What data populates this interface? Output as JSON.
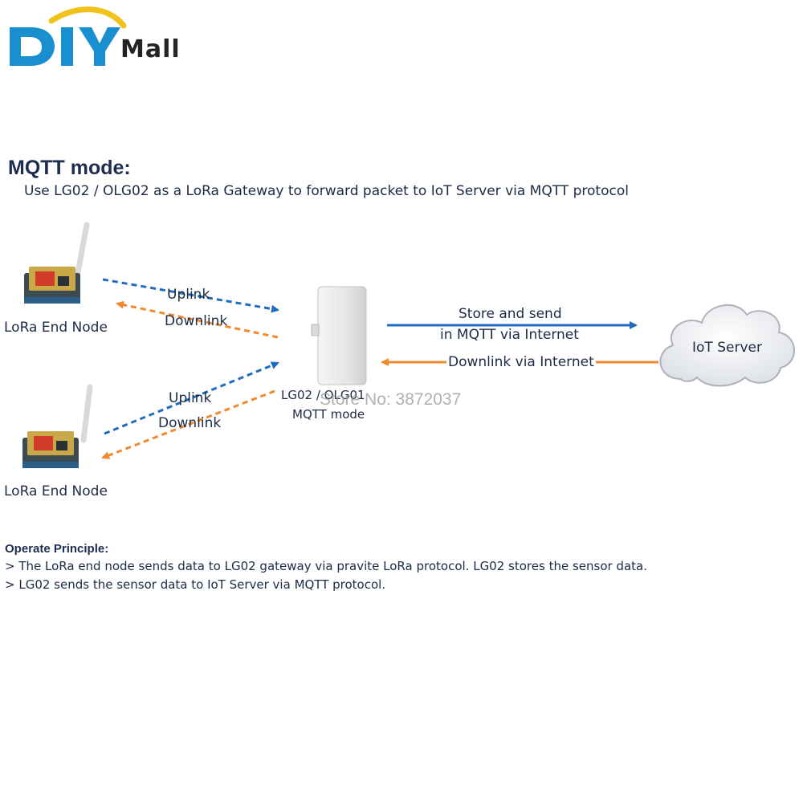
{
  "logo": {
    "brand": "DIY",
    "suffix": "Mall",
    "colors": {
      "blue": "#1a8fd0",
      "yellow": "#f2c21b",
      "dark": "#232323"
    }
  },
  "heading": "MQTT mode:",
  "subtitle": "Use LG02 / OLG02 as a LoRa Gateway to forward packet to IoT Server via MQTT protocol",
  "diagram": {
    "end_node_1": {
      "label": "LoRa End Node",
      "icon": "lora-board-icon"
    },
    "end_node_2": {
      "label": "LoRa End Node",
      "icon": "lora-board-icon"
    },
    "link_1": {
      "uplink": "Uplink",
      "downlink": "Downlink"
    },
    "link_2": {
      "uplink": "Uplink",
      "downlink": "Downlink"
    },
    "gateway": {
      "name": "LG02 / OLG01",
      "mode": "MQTT mode",
      "icon": "gateway-device-icon"
    },
    "store_send_line1": "Store and send",
    "store_send_line2": "in MQTT via Internet",
    "downlink_internet": "Downlink via Internet",
    "server": {
      "label": "IoT Server",
      "icon": "cloud-icon"
    },
    "colors": {
      "uplink": "#1f6cbf",
      "downlink": "#f08a2c"
    }
  },
  "watermark": "Store No: 3872037",
  "principle": {
    "title": "Operate Principle:",
    "bullets": [
      "> The LoRa end node sends data to LG02 gateway via pravite LoRa protocol. LG02 stores the sensor data.",
      "> LG02 sends the sensor data to IoT Server via MQTT protocol."
    ]
  }
}
